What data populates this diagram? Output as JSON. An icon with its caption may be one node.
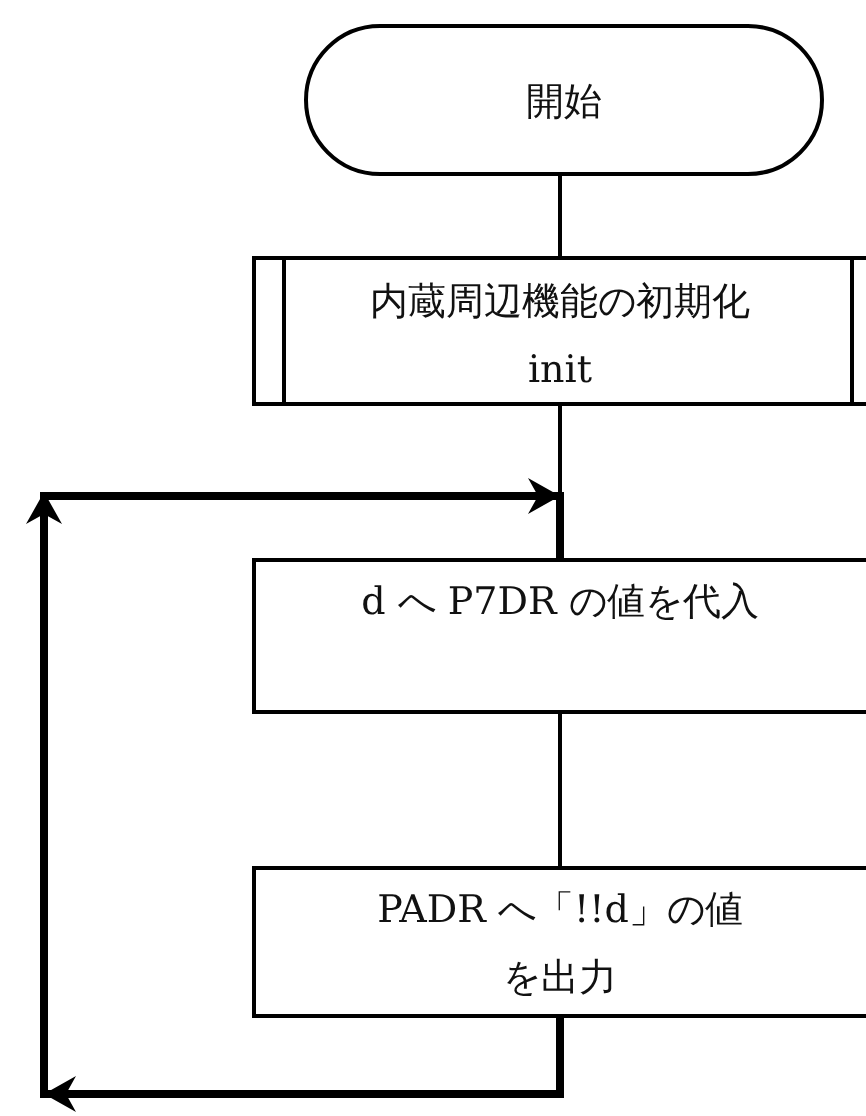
{
  "diagram": {
    "nodes": [
      {
        "text": [
          "開始"
        ]
      },
      {
        "text": [
          "内蔵周辺機能の初期化",
          "init"
        ]
      },
      {
        "text": [
          "d へ P7DR の値を代入"
        ]
      },
      {
        "text": [
          "PADR へ「!!d」の値を出力"
        ]
      }
    ],
    "edges": [
      {
        "from": 0,
        "to": 1,
        "arrow": "none"
      },
      {
        "from": 1,
        "to": 2,
        "arrow": "none"
      },
      {
        "from": 2,
        "to": 3,
        "arrow": "none"
      },
      {
        "from": 3,
        "to": 2,
        "arrow": "to",
        "style": "thick"
      }
    ]
  }
}
